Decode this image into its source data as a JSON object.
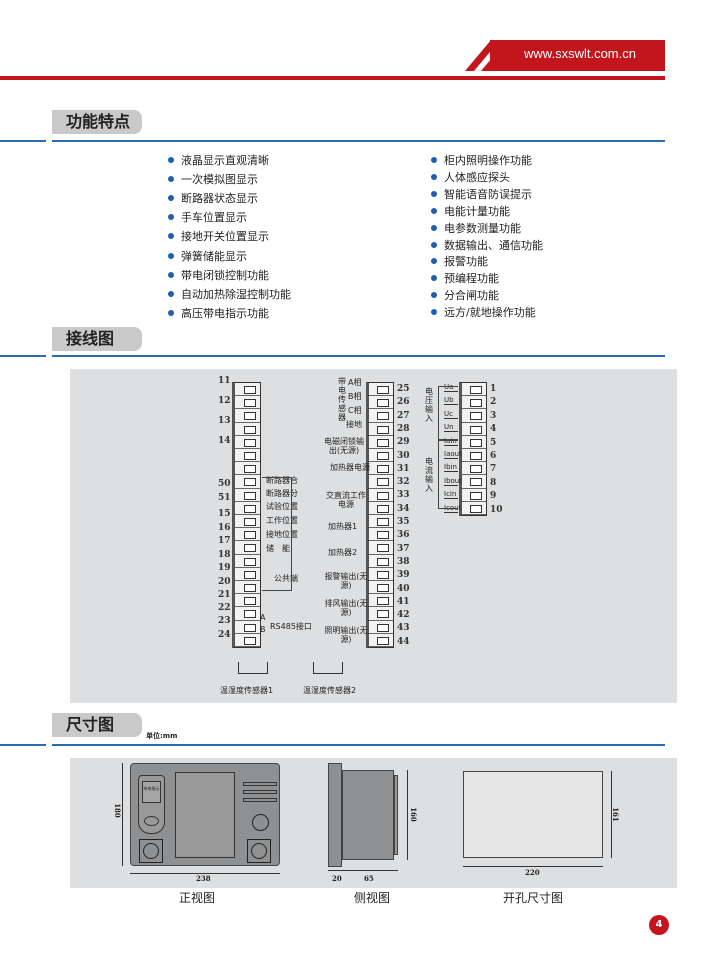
{
  "header": {
    "url": "www.sxswlt.com.cn"
  },
  "sections": {
    "features": "功能特点",
    "wiring": "接线图",
    "dimensions": "尺寸图",
    "unit": "单位:mm"
  },
  "features_left": [
    "液晶显示直观清晰",
    "一次模拟图显示",
    "断路器状态显示",
    "手车位置显示",
    "接地开关位置显示",
    "弹簧储能显示",
    "带电闭锁控制功能",
    "自动加热除湿控制功能",
    "高压带电指示功能"
  ],
  "features_right": [
    "柜内照明操作功能",
    "人体感应探头",
    "智能语音防误提示",
    "电能计量功能",
    "电参数测量功能",
    "数据输出、通信功能",
    "报警功能",
    "预编程功能",
    "分合闸功能",
    "远方/就地操作功能"
  ],
  "wiring": {
    "left_numbers": [
      "11",
      "12",
      "13",
      "14",
      "50",
      "51",
      "15",
      "16",
      "17",
      "18",
      "19",
      "20",
      "21",
      "22",
      "23",
      "24"
    ],
    "left_labels": [
      "断路器合",
      "断路器分",
      "试验位置",
      "工作位置",
      "接地位置",
      "储　能",
      "公共端",
      "A",
      "B",
      "RS485接口"
    ],
    "mid_numbers": [
      "25",
      "26",
      "27",
      "28",
      "29",
      "30",
      "31",
      "32",
      "33",
      "34",
      "35",
      "36",
      "37",
      "38",
      "39",
      "40",
      "41",
      "42",
      "43",
      "44"
    ],
    "mid_labels": [
      "带电传感器",
      "A相",
      "B相",
      "C相",
      "接地",
      "电磁闭锁输出(无源)",
      "加热器电源",
      "交直流工作电源",
      "加热器1",
      "加热器2",
      "报警输出(无源)",
      "排风输出(无源)",
      "照明输出(无源)"
    ],
    "right_numbers": [
      "1",
      "2",
      "3",
      "4",
      "5",
      "6",
      "7",
      "8",
      "9",
      "10"
    ],
    "right_labels": [
      "Ua",
      "Ub",
      "Uc",
      "Un",
      "Iain",
      "Iaout",
      "Ibin",
      "Ibout",
      "Icin",
      "Icout"
    ],
    "voltage_group": "电压输入",
    "current_group": "电流输入",
    "sensors": [
      "温湿度传感器1",
      "温湿度传感器2"
    ]
  },
  "dimensions": {
    "front": {
      "caption": "正视图",
      "width": "238",
      "height": "180",
      "display_text": "带电指示"
    },
    "side": {
      "caption": "侧视图",
      "depth1": "20",
      "depth2": "65",
      "height": "160"
    },
    "cutout": {
      "caption": "开孔尺寸图",
      "width": "220",
      "height": "161"
    }
  },
  "page_number": "4"
}
